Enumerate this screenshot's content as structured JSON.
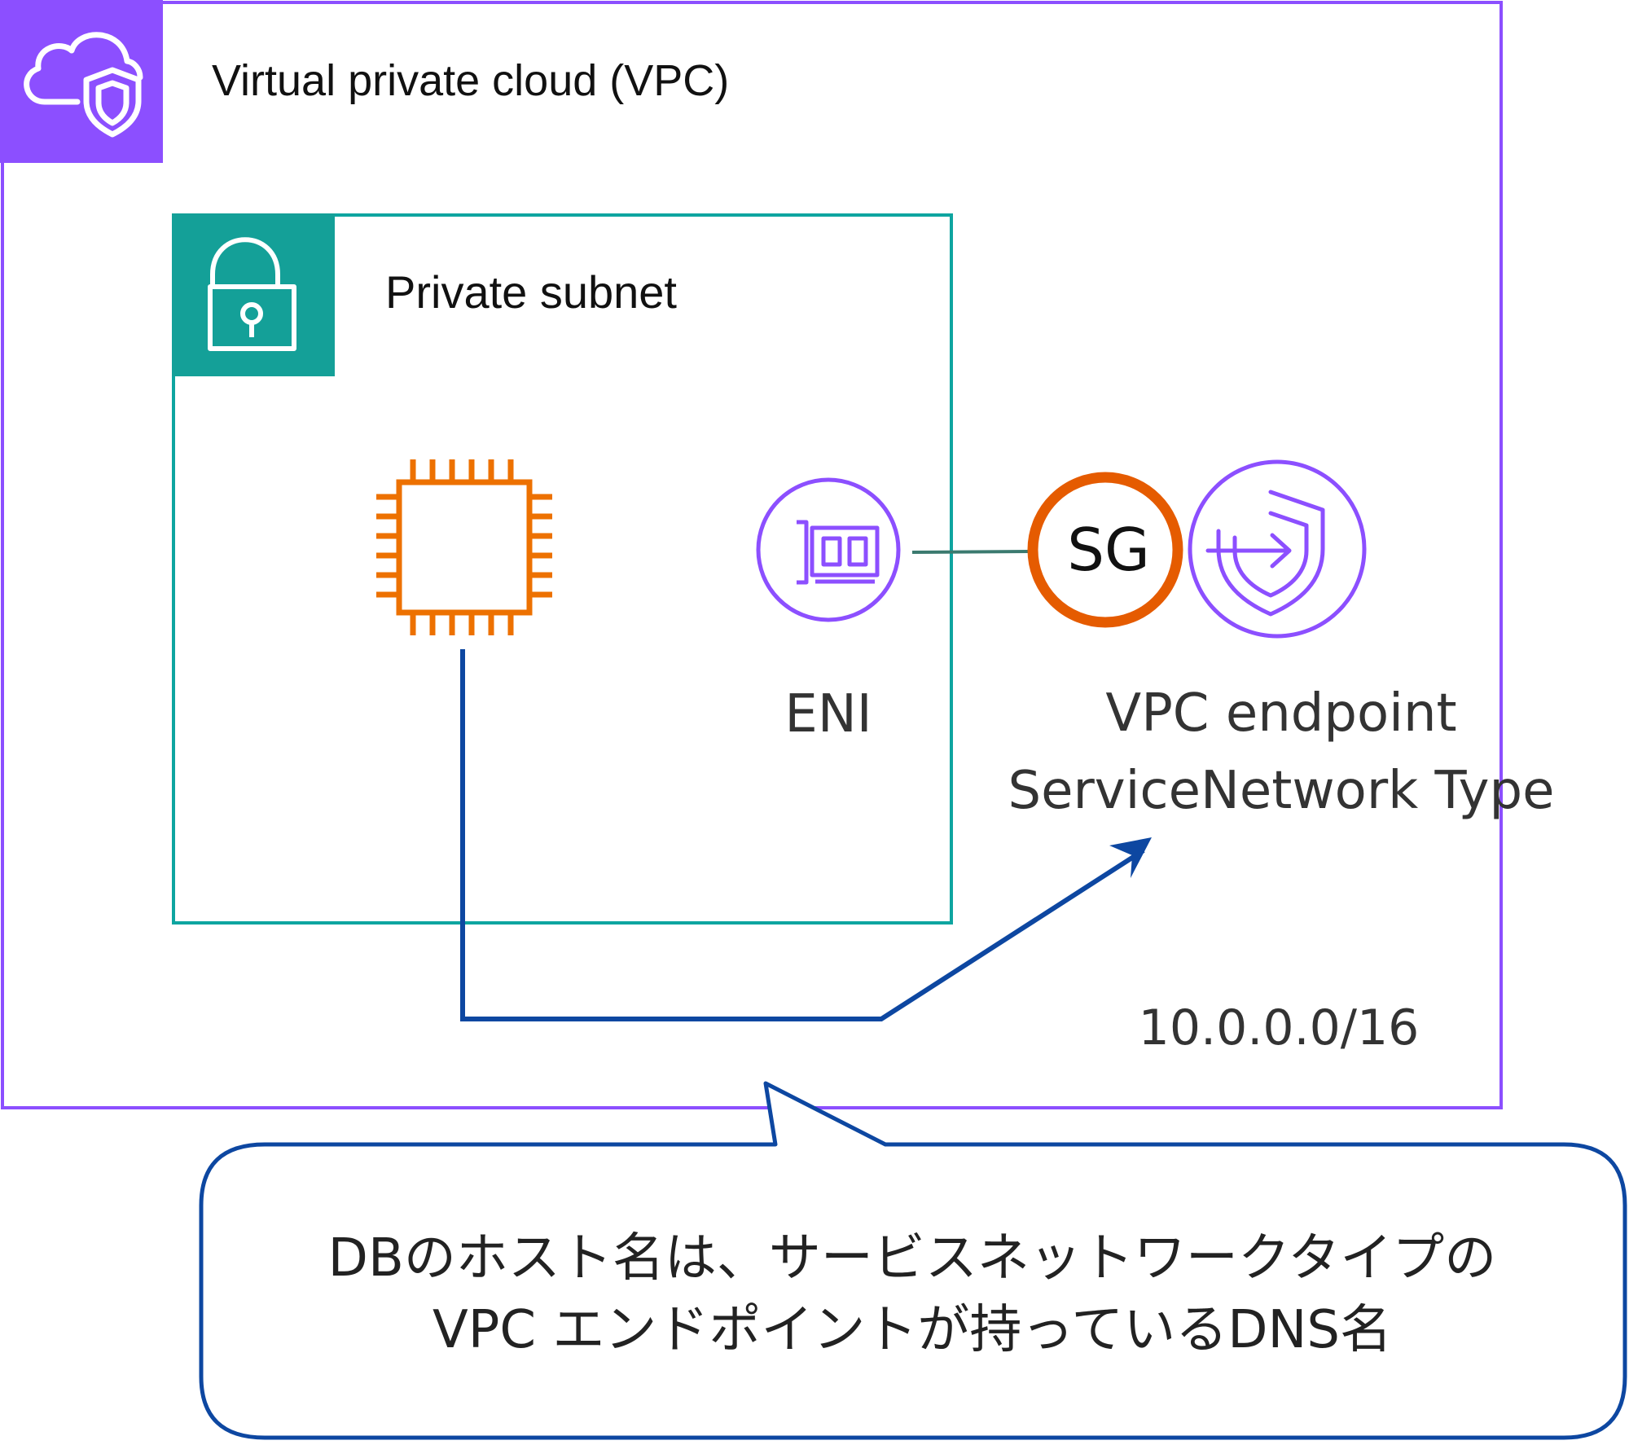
{
  "vpc": {
    "title": "Virtual private cloud (VPC)",
    "cidr": "10.0.0.0/16",
    "icon": "cloud-shield-icon",
    "border_color": "#8C4FFF"
  },
  "subnet": {
    "title": "Private subnet",
    "icon": "lock-icon",
    "border_color": "#0EA5A0",
    "header_color": "#14A098"
  },
  "instance": {
    "icon": "chip-icon",
    "color": "#ED7100"
  },
  "eni": {
    "label": "ENI",
    "icon": "network-card-icon",
    "color": "#8C4FFF"
  },
  "security_group": {
    "label": "SG",
    "color": "#E55B00"
  },
  "endpoint": {
    "label_line1": "VPC endpoint",
    "label_line2": "ServiceNetwork Type",
    "icon": "endpoint-shield-arrow-icon",
    "color": "#8C4FFF"
  },
  "callout": {
    "line1": "DBのホスト名は、サービスネットワークタイプの",
    "line2": "VPC エンドポイントが持っているDNS名",
    "border_color": "#0D47A1"
  },
  "connector_color": "#0D47A1",
  "link_color": "#3B7A6F"
}
